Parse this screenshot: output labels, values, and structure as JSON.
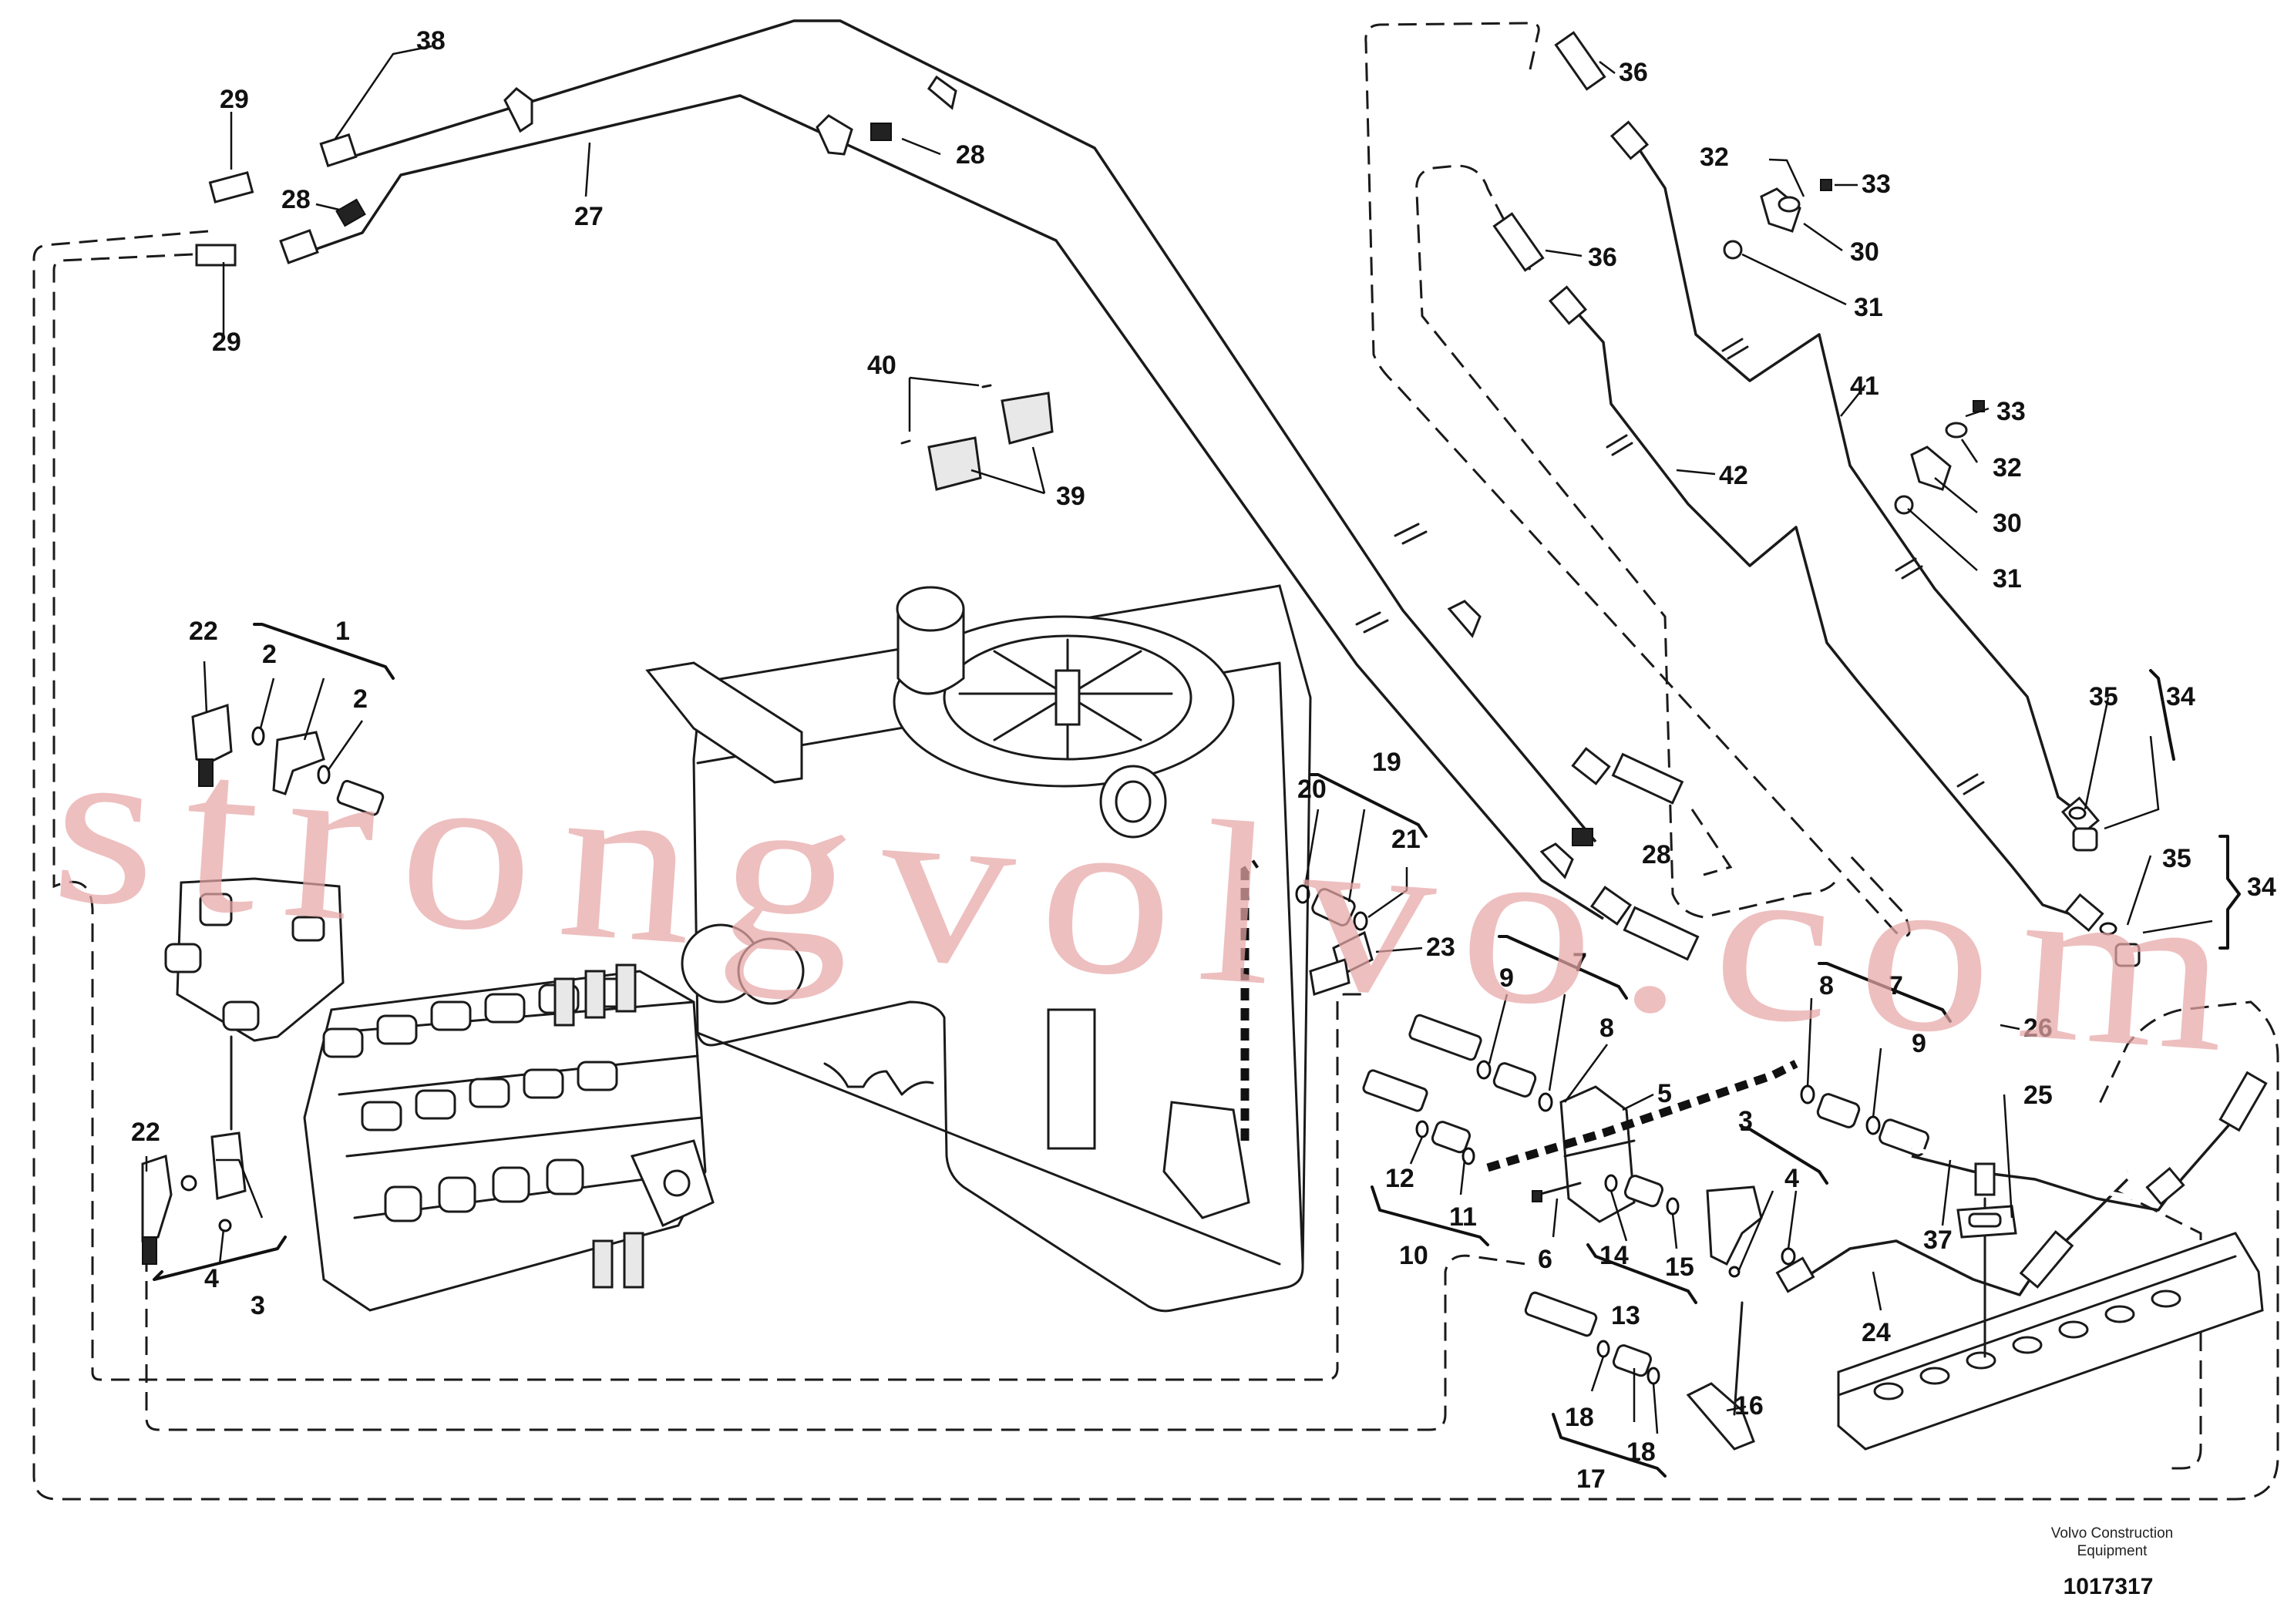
{
  "diagram": {
    "labels": {
      "l1": "1",
      "l2a": "2",
      "l2b": "2",
      "l3a": "3",
      "l3b": "3",
      "l4a": "4",
      "l4b": "4",
      "l5": "5",
      "l6": "6",
      "l7a": "7",
      "l7b": "7",
      "l8a": "8",
      "l8b": "8",
      "l9a": "9",
      "l9b": "9",
      "l10": "10",
      "l11": "11",
      "l12": "12",
      "l13": "13",
      "l14": "14",
      "l15": "15",
      "l16": "16",
      "l17": "17",
      "l18a": "18",
      "l18b": "18",
      "l19": "19",
      "l20": "20",
      "l21": "21",
      "l22a": "22",
      "l22b": "22",
      "l23": "23",
      "l24": "24",
      "l25": "25",
      "l26": "26",
      "l27": "27",
      "l28a": "28",
      "l28b": "28",
      "l28c": "28",
      "l29a": "29",
      "l29b": "29",
      "l30a": "30",
      "l30b": "30",
      "l31a": "31",
      "l31b": "31",
      "l32a": "32",
      "l32b": "32",
      "l33a": "33",
      "l33b": "33",
      "l34a": "34",
      "l34b": "34",
      "l35a": "35",
      "l35b": "35",
      "l36a": "36",
      "l36b": "36",
      "l37": "37",
      "l38": "38",
      "l39": "39",
      "l40": "40",
      "l41": "41",
      "l42": "42"
    },
    "footer": {
      "company_line1": "Volvo Construction",
      "company_line2": "Equipment",
      "code": "1017317"
    },
    "watermark": "strongvolvo.com"
  },
  "colors": {
    "ink": "#1a1a1a",
    "watermark": "#e8a6a6",
    "background": "#ffffff"
  }
}
